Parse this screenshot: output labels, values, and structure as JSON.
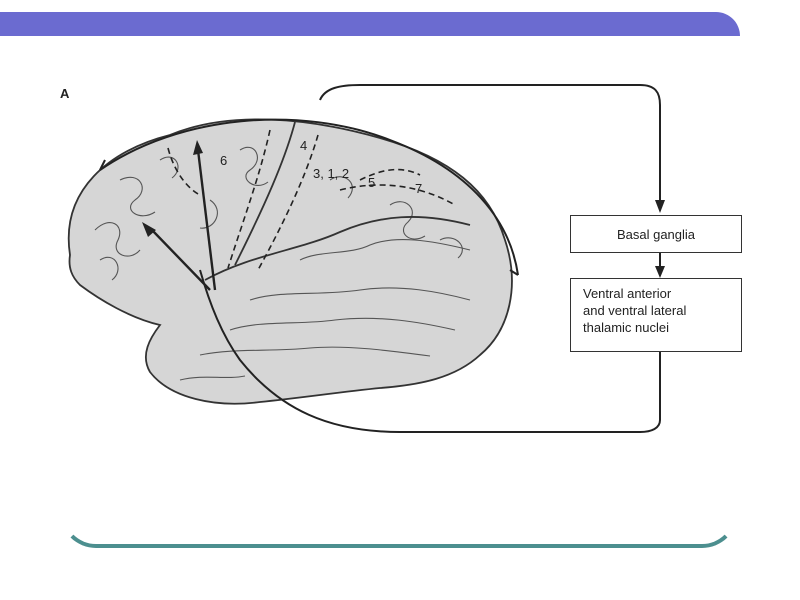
{
  "figure_label": "A",
  "areas": {
    "a6": "6",
    "a4": "4",
    "a312": "3, 1, 2",
    "a5": "5",
    "a7": "7"
  },
  "boxes": {
    "basal_ganglia": "Basal ganglia",
    "thalamic": [
      "Ventral anterior",
      "and ventral lateral",
      "thalamic nuclei"
    ]
  },
  "colors": {
    "top_bar": "#6b6bd0",
    "bottom_accent": "#4c8f8f",
    "brain_fill": "#d6d6d6",
    "line": "#333333"
  }
}
